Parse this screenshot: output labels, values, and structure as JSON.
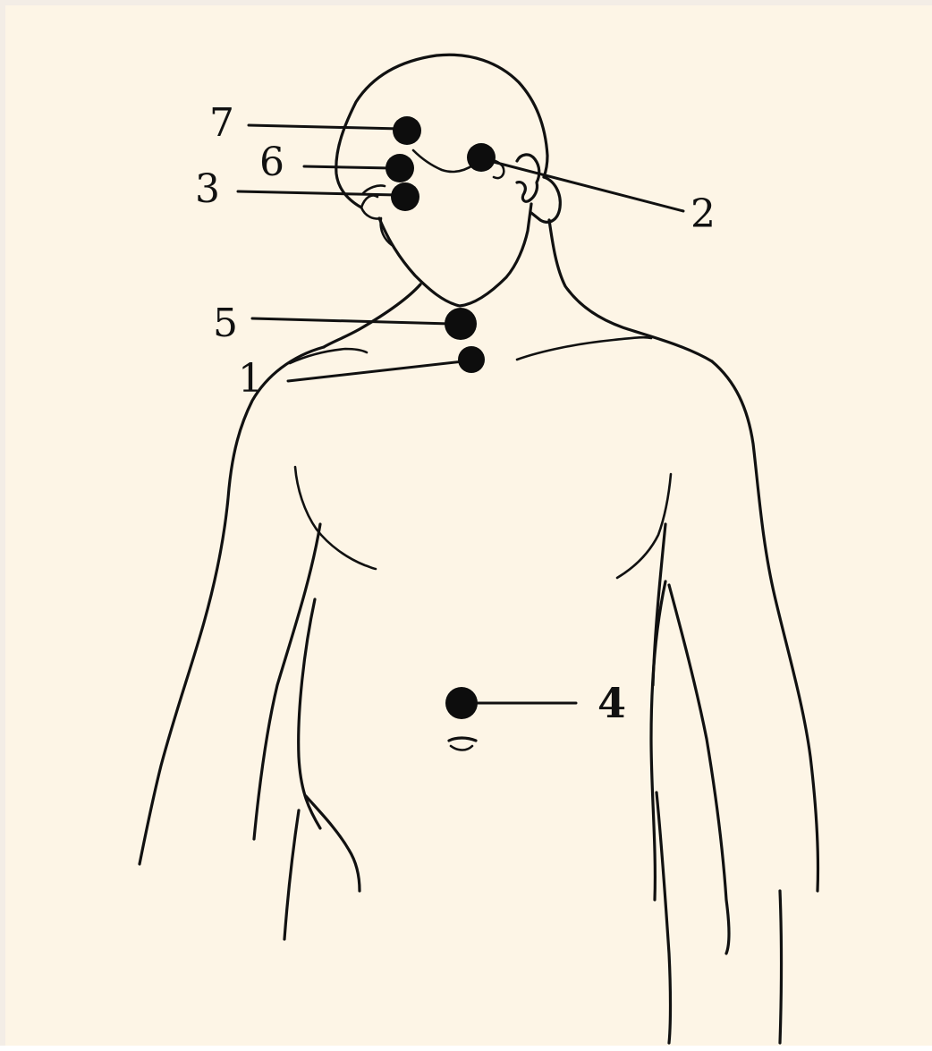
{
  "diagram": {
    "background_color": "#fdf5e6",
    "ink_color": "#111111",
    "figure": "upper-body-outline",
    "points": [
      {
        "id": "7",
        "label": "7",
        "location": "forehead"
      },
      {
        "id": "6",
        "label": "6",
        "location": "between-eyebrows"
      },
      {
        "id": "3",
        "label": "3",
        "location": "beside-nose"
      },
      {
        "id": "2",
        "label": "2",
        "location": "temple-near-ear"
      },
      {
        "id": "5",
        "label": "5",
        "location": "throat"
      },
      {
        "id": "1",
        "label": "1",
        "location": "suprasternal-notch"
      },
      {
        "id": "4",
        "label": "4",
        "location": "abdomen-above-navel"
      }
    ]
  }
}
